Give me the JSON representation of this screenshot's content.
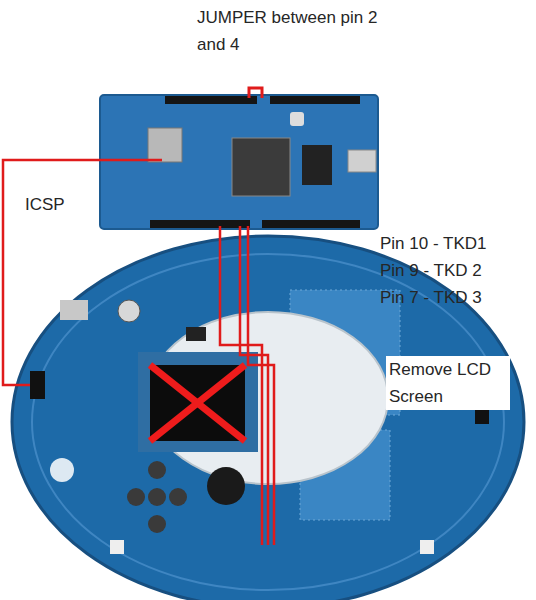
{
  "diagram": {
    "labels": [
      "JUMPER between pin 2 and 4",
      "ICSP",
      "Pin 10 - TKD1",
      "Pin 9 - TKD 2",
      "Pin 7 - TKD 3",
      "Remove LCD Screen"
    ]
  }
}
